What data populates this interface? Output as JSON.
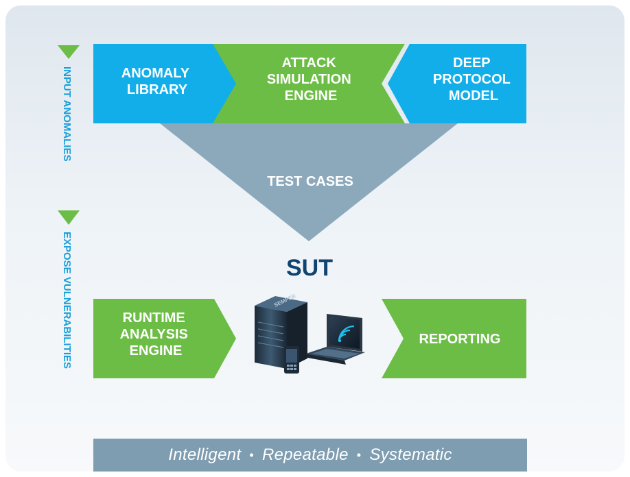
{
  "boxes": {
    "anomaly_library": [
      "ANOMALY",
      "LIBRARY"
    ],
    "attack_simulation_engine": [
      "ATTACK",
      "SIMULATION",
      "ENGINE"
    ],
    "deep_protocol_model": [
      "DEEP",
      "PROTOCOL",
      "MODEL"
    ],
    "test_cases": "TEST CASES",
    "sut": "SUT",
    "runtime_analysis_engine": [
      "RUNTIME",
      "ANALYSIS",
      "ENGINE"
    ],
    "reporting": "REPORTING"
  },
  "side_labels": {
    "input_anomalies": "INPUT ANOMALIES",
    "expose_vulnerabilities": "EXPOSE VULNERABILITIES"
  },
  "device_brand": "SEMPER",
  "footer": {
    "items": [
      "Intelligent",
      "Repeatable",
      "Systematic"
    ],
    "separator": "•"
  },
  "colors": {
    "blue": "#12aee9",
    "green": "#6cbd45",
    "funnel": "#8ca9bb",
    "footer": "#7f9db0",
    "side_text": "#1a9fd9",
    "sut_text": "#0f4470"
  }
}
